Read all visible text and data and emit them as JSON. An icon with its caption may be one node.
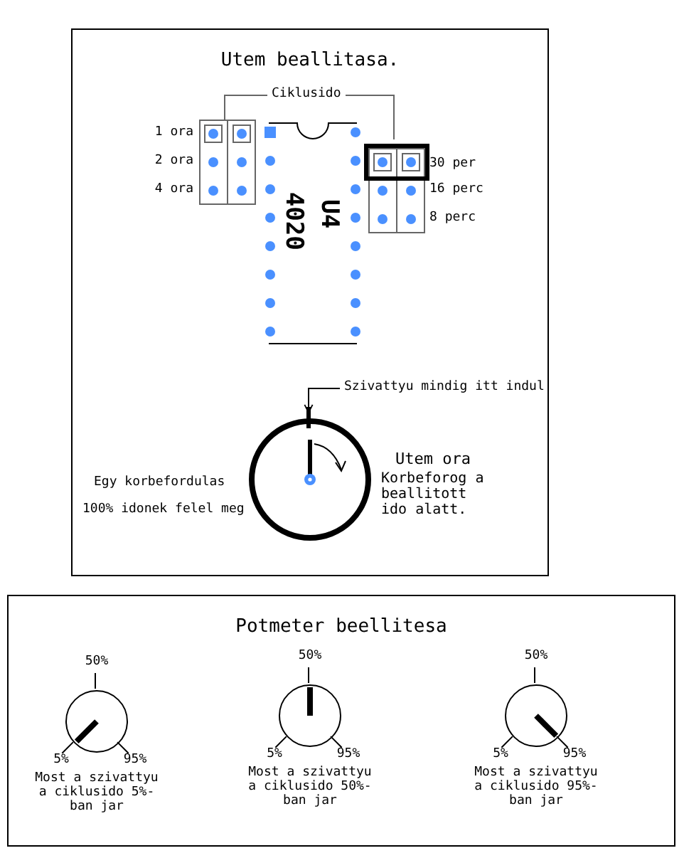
{
  "diagram": {
    "nodes": [
      {
        "text": [
          "Utem beallitasa."
        ]
      },
      {
        "text": [
          "4020",
          "U4"
        ],
        "in": 0
      },
      {
        "text": [],
        "shape": "box",
        "in": 0,
        "beside": [
          "1 ora",
          "2 ora",
          "4 ora"
        ]
      },
      {
        "text": [],
        "shape": "box",
        "in": 0,
        "beside": [
          "30 per",
          "16 perc",
          "8 perc"
        ]
      },
      {
        "text": [],
        "shape": "circle",
        "in": 0,
        "beside": [
          "Utem ora"
        ]
      },
      {
        "text": [
          "Szivattyu mindig itt indul"
        ],
        "in": 0
      },
      {
        "text": [
          "Potmeter beellitesa"
        ]
      },
      {
        "text": [],
        "shape": "circle",
        "in": 6,
        "beside": [
          "50%",
          "5%",
          "95%",
          "Most a szivattyu a ciklusido 5%-ban jar"
        ]
      },
      {
        "text": [],
        "shape": "circle",
        "in": 6,
        "beside": [
          "50%",
          "5%",
          "95%",
          "Most a szivattyu a ciklusido 50%-ban jar"
        ]
      },
      {
        "text": [],
        "shape": "circle",
        "in": 6,
        "beside": [
          "50%",
          "5%",
          "95%",
          "Most a szivattyu a ciklusido 95%-ban jar"
        ]
      }
    ],
    "edges": [
      {
        "from": 5,
        "to": 4,
        "arrow": "to"
      }
    ],
    "labels": [
      "Ciklusido",
      "Egy korbefordulas",
      "Korbeforog a beallitott ido alatt.",
      "100% idonek felel meg"
    ]
  }
}
